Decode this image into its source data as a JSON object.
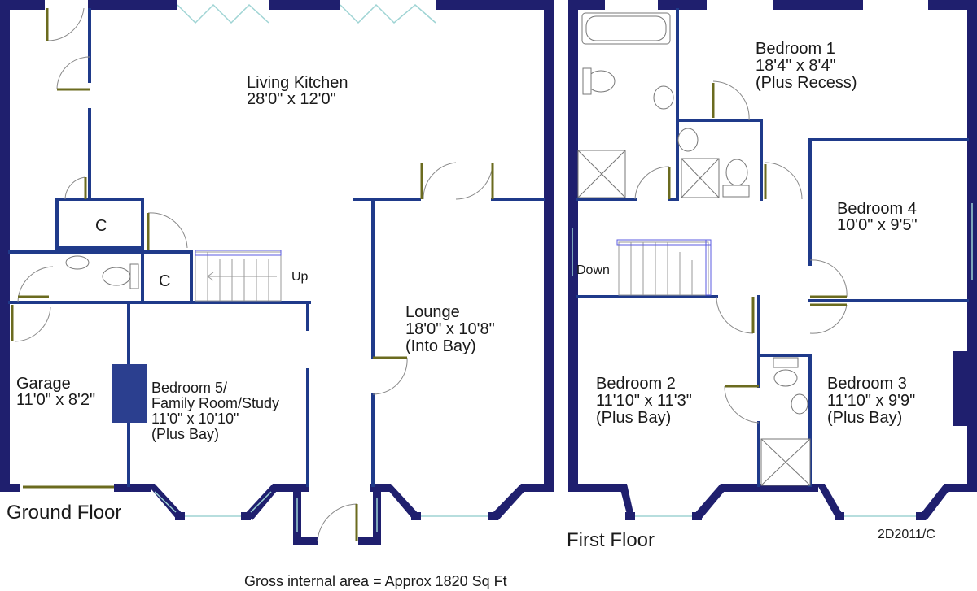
{
  "rooms": {
    "living_kitchen": {
      "name": "Living Kitchen",
      "dims": "28'0\" x 12'0\""
    },
    "lounge": {
      "name": "Lounge",
      "dims": "18'0\" x 10'8\"",
      "note": "(Into Bay)"
    },
    "garage": {
      "name": "Garage",
      "dims": "11'0\" x 8'2\""
    },
    "bedroom5": {
      "name": "Bedroom 5/",
      "name2": "Family Room/Study",
      "dims": "11'0\" x 10'10\"",
      "note": "(Plus Bay)"
    },
    "bedroom1": {
      "name": "Bedroom 1",
      "dims": "18'4\" x 8'4\"",
      "note": "(Plus Recess)"
    },
    "bedroom4": {
      "name": "Bedroom 4",
      "dims": "10'0\" x 9'5\""
    },
    "bedroom2": {
      "name": "Bedroom 2",
      "dims": "11'10\" x 11'3\"",
      "note": "(Plus Bay)"
    },
    "bedroom3": {
      "name": "Bedroom 3",
      "dims": "11'10\" x 9'9\"",
      "note": "(Plus Bay)"
    }
  },
  "cupboards": {
    "c1": "C",
    "c2": "C"
  },
  "stairs": {
    "up": "Up",
    "down": "Down"
  },
  "floors": {
    "ground": "Ground Floor",
    "first": "First Floor"
  },
  "reference": "2D2011/C",
  "footer": "Gross internal area = Approx 1820 Sq Ft",
  "colors": {
    "wall": "#1f1f6e",
    "inner_wall": "#1f3a8a",
    "door": "#6b6b1f",
    "window": "#9fd4d4"
  }
}
